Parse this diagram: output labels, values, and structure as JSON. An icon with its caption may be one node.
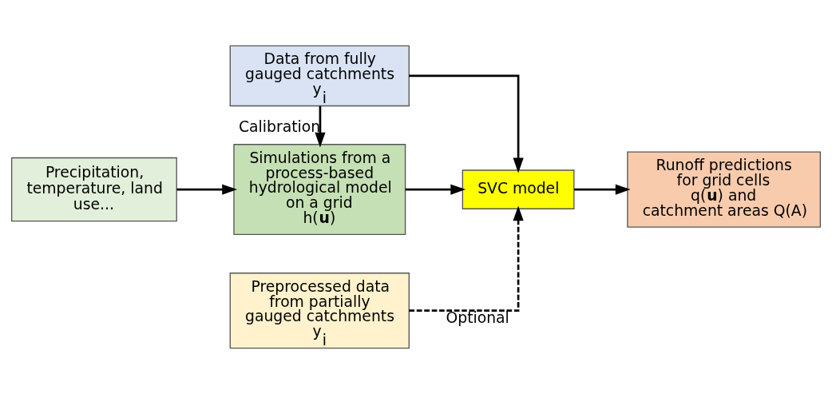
{
  "diagram": {
    "nodes": [
      {
        "text": [
          "Precipitation, temperature, land use..."
        ]
      },
      {
        "text": [
          "Simulations from a process-based hydrological model on a grid",
          "h(**u**)"
        ]
      },
      {
        "text": [
          "Data from fully gauged catchments",
          "y$_{i}$"
        ]
      },
      {
        "text": [
          "Preprocessed data from partially gauged catchments",
          "y$_{i}$"
        ]
      },
      {
        "text": [
          "SVC model"
        ]
      },
      {
        "text": [
          "Runoff predictions for grid cells q(**u**) and catchment areas Q(A)"
        ]
      }
    ],
    "edges": [
      {
        "from": 0,
        "to": 1,
        "arrow": "to"
      },
      {
        "from": 2,
        "to": 1,
        "arrow": "to",
        "label": "Calibration"
      },
      {
        "from": 1,
        "to": 4,
        "arrow": "to"
      },
      {
        "from": 2,
        "to": 4,
        "arrow": "to"
      },
      {
        "from": 3,
        "to": 4,
        "arrow": "to",
        "label": "Optional",
        "style": "dashed"
      },
      {
        "from": 4,
        "to": 5,
        "arrow": "to"
      }
    ]
  }
}
